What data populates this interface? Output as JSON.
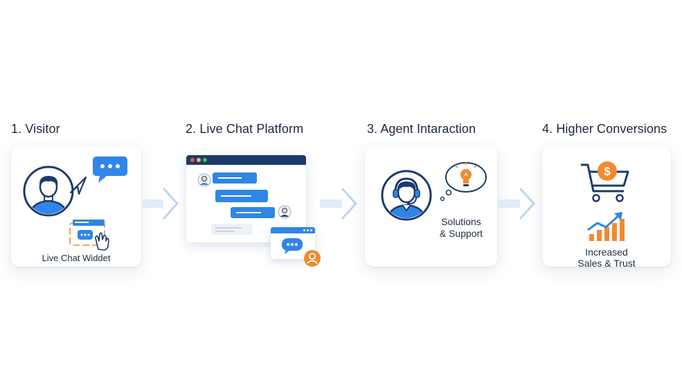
{
  "steps": [
    {
      "title": "1. Visitor",
      "caption": "Live Chat Widdet"
    },
    {
      "title": "2. Live Chat Platform"
    },
    {
      "title": "3. Agent Intaraction",
      "caption_line1": "Solutions",
      "caption_line2": "& Support"
    },
    {
      "title": "4. Higher Conversions",
      "caption_line1": "Increased",
      "caption_line2": "Sales & Trust"
    }
  ],
  "icons": {
    "visitor": "user-avatar-icon",
    "platform": "chat-window-icon",
    "agent": "headset-agent-icon",
    "result": "shopping-cart-growth-icon"
  },
  "colors": {
    "navy": "#1b3a6b",
    "blue": "#2f86e8",
    "orange": "#f28a2e",
    "arrow": "#c9dcf5"
  }
}
